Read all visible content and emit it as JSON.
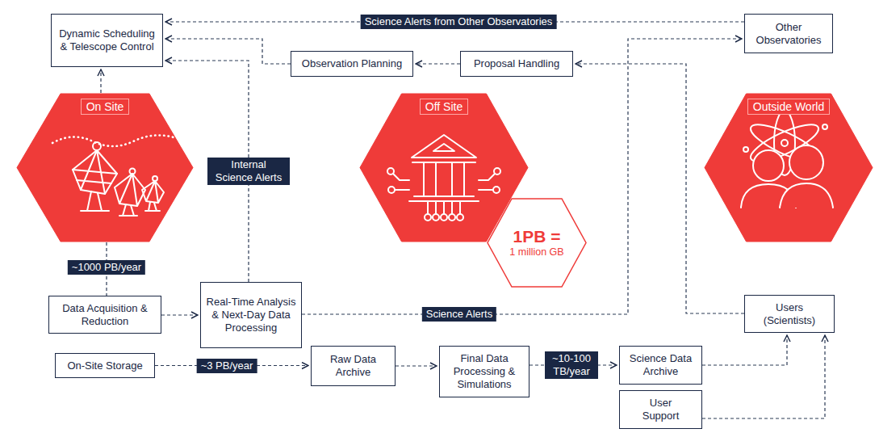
{
  "diagram": {
    "nodes": [
      {
        "text": [
          "Dynamic Scheduling & Telescope Control"
        ]
      },
      {
        "text": [
          "Observation Planning"
        ]
      },
      {
        "text": [
          "Proposal Handling"
        ]
      },
      {
        "text": [
          "Other Observatories"
        ]
      },
      {
        "text": [
          "On Site"
        ]
      },
      {
        "text": [
          "Off Site"
        ]
      },
      {
        "text": [
          "Outside World"
        ]
      },
      {
        "text": [
          "1PB =",
          "1 million GB"
        ]
      },
      {
        "text": [
          "Data Acquisition & Reduction"
        ]
      },
      {
        "text": [
          "Real-Time Analysis & Next-Day Data Processing"
        ]
      },
      {
        "text": [
          "Users (Scientists)"
        ]
      },
      {
        "text": [
          "On-Site Storage"
        ]
      },
      {
        "text": [
          "Raw Data Archive"
        ]
      },
      {
        "text": [
          "Final Data Processing & Simulations"
        ]
      },
      {
        "text": [
          "Science Data Archive"
        ]
      },
      {
        "text": [
          "User Support"
        ]
      }
    ],
    "edges": [
      {
        "from": 3,
        "to": 0,
        "arrow": "to",
        "label": "Science Alerts from Other Observatories"
      },
      {
        "from": 1,
        "to": 0,
        "arrow": "to"
      },
      {
        "from": 2,
        "to": 1,
        "arrow": "to"
      },
      {
        "from": 10,
        "to": 2,
        "arrow": "to"
      },
      {
        "from": 9,
        "to": 3,
        "arrow": "to",
        "label": "Science Alerts"
      },
      {
        "from": 9,
        "to": 0,
        "arrow": "to",
        "label": "Internal Science Alerts"
      },
      {
        "from": 4,
        "to": 0,
        "arrow": "to"
      },
      {
        "from": 4,
        "to": 8,
        "arrow": "none",
        "label": "~1000 PB/year"
      },
      {
        "from": 8,
        "to": 9,
        "arrow": "to"
      },
      {
        "from": 11,
        "to": 12,
        "arrow": "to",
        "label": "~3 PB/year"
      },
      {
        "from": 12,
        "to": 13,
        "arrow": "to"
      },
      {
        "from": 13,
        "to": 14,
        "arrow": "to",
        "label": "~10-100 TB/year"
      },
      {
        "from": 14,
        "to": 10,
        "arrow": "to"
      },
      {
        "from": 15,
        "to": 10,
        "arrow": "to"
      }
    ]
  }
}
